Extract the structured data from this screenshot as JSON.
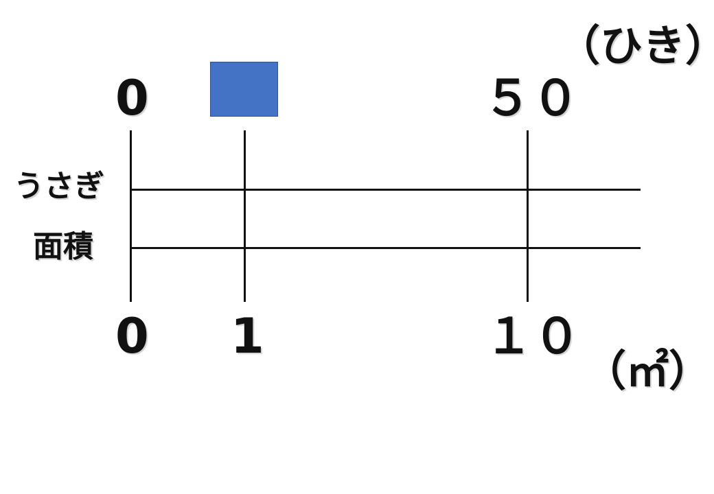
{
  "colors": {
    "line": "#111111",
    "blank_box": "#4472c4",
    "background": "#ffffff"
  },
  "top_scale": {
    "start": "0",
    "end": "５０",
    "unit": "（ひき）"
  },
  "bottom_scale": {
    "start": "0",
    "mark": "1",
    "end": "１０",
    "unit": "（㎡）"
  },
  "rows": {
    "top_label": "うさぎ",
    "bottom_label": "面積"
  },
  "blank": {
    "icon": "blank-answer-box"
  }
}
